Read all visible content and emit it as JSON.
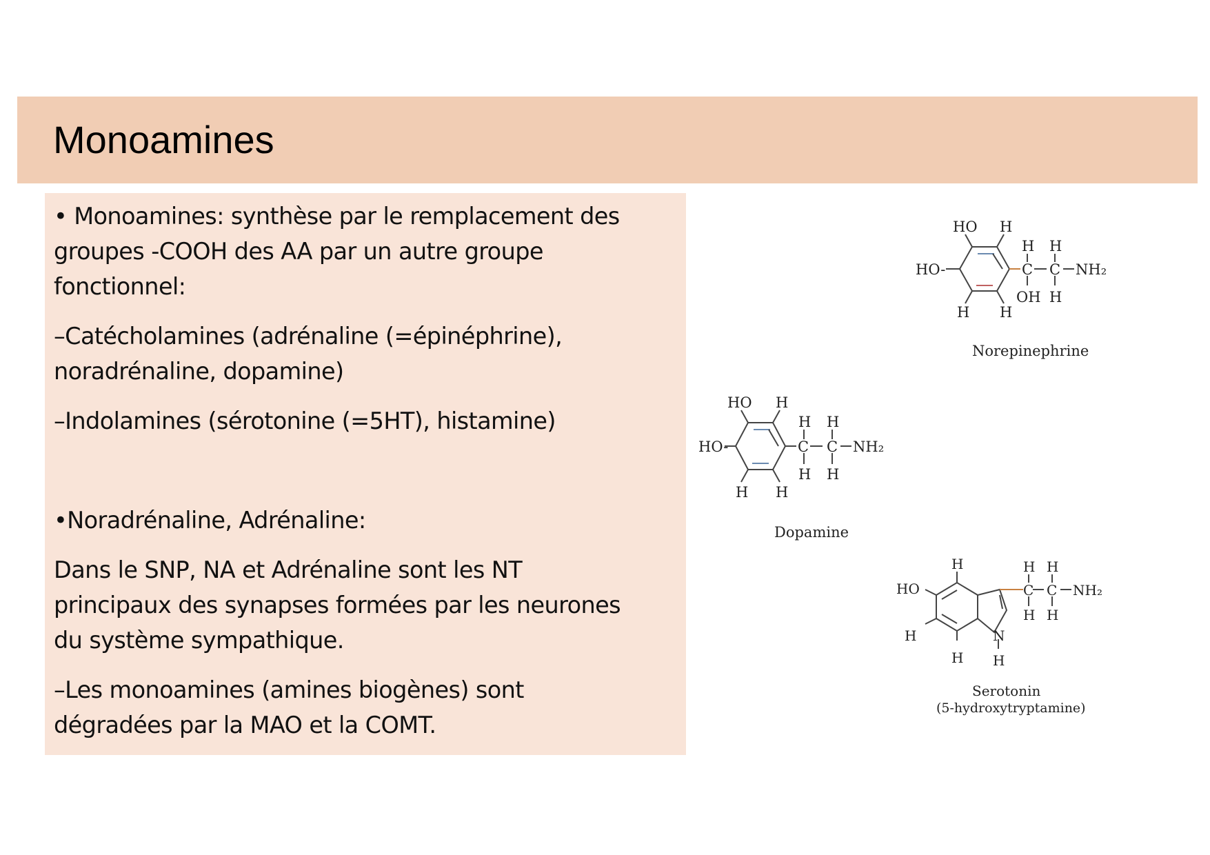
{
  "slide": {
    "title": "Monoamines",
    "paragraphs": [
      "• Monoamines: synthèse par le remplacement des",
      "groupes -COOH des AA par un autre groupe",
      "fonctionnel:",
      "–Catécholamines (adrénaline (=épinéphrine),",
      "noradrénaline,  dopamine)",
      "–Indolamines (sérotonine (=5HT), histamine)",
      "•Noradrénaline, Adrénaline:",
      "Dans le SNP, NA et Adrénaline sont les NT",
      "principaux des synapses formées par les neurones",
      "du système sympathique.",
      "–Les monoamines (amines biogènes) sont",
      "dégradées par la MAO et la COMT."
    ]
  },
  "molecules": {
    "norepinephrine": {
      "name": "Norepinephrine",
      "atoms": {
        "ho_top": "HO",
        "ho_left": "HO-",
        "h_top": "H",
        "h_bl": "H",
        "h_br": "H",
        "c1": "C",
        "c2": "C",
        "h1": "H",
        "h2": "H",
        "oh": "OH",
        "h3": "H",
        "nh2": "NH₂"
      }
    },
    "dopamine": {
      "name": "Dopamine",
      "atoms": {
        "ho_top": "HO",
        "ho_left": "HO-",
        "h_top": "H",
        "h_bl": "H",
        "h_br": "H",
        "c1": "C",
        "c2": "C",
        "h1": "H",
        "h2": "H",
        "h3": "H",
        "h4": "H",
        "nh2": "NH₂"
      }
    },
    "serotonin": {
      "name": "Serotonin",
      "subtitle": "(5-hydroxytryptamine)",
      "atoms": {
        "ho": "HO",
        "h_top": "H",
        "h_left": "H",
        "h_bottom": "H",
        "n": "N",
        "nh": "H",
        "c1": "C",
        "c2": "C",
        "h1": "H",
        "h2": "H",
        "h3": "H",
        "h4": "H",
        "nh2": "NH₂"
      }
    }
  }
}
